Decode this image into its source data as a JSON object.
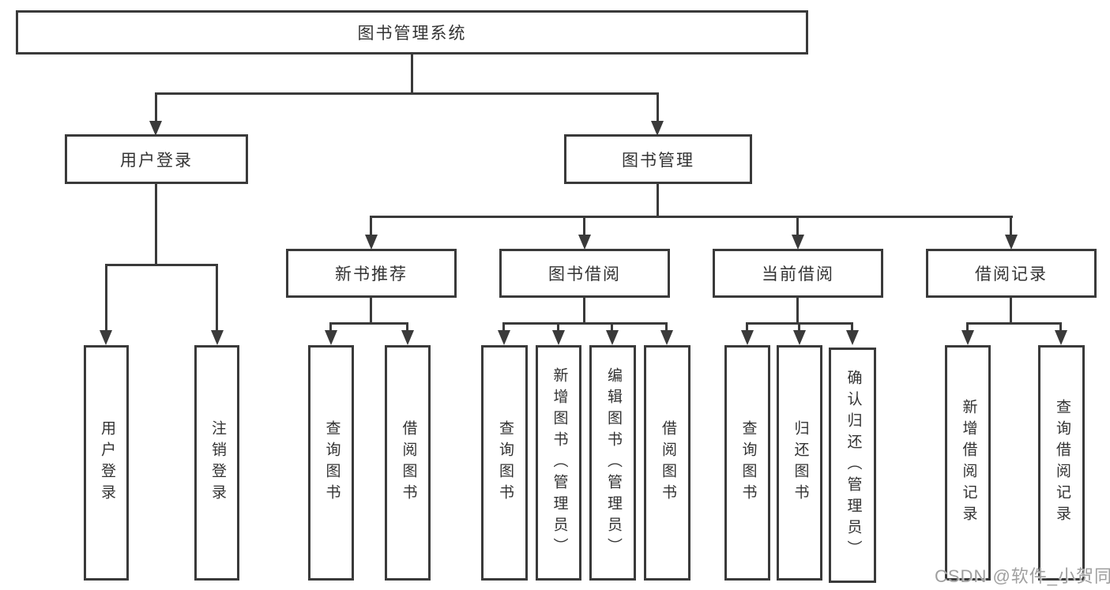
{
  "colors": {
    "line": "#3a3a3a",
    "text": "#333333",
    "watermark": "#9f9f9f",
    "background": "#ffffff"
  },
  "tree": {
    "root": {
      "label": "图书管理系统"
    },
    "level2": {
      "user_login": {
        "label": "用户登录"
      },
      "book_mgmt": {
        "label": "图书管理"
      }
    },
    "level3": {
      "new_book": {
        "label": "新书推荐"
      },
      "borrow": {
        "label": "图书借阅"
      },
      "current": {
        "label": "当前借阅"
      },
      "records": {
        "label": "借阅记录"
      }
    },
    "leaves": {
      "user_login": [
        "用户登录",
        "注销登录"
      ],
      "new_book": [
        "查询图书",
        "借阅图书"
      ],
      "borrow": [
        "查询图书",
        "新增图书（管理员）",
        "编辑图书（管理员）",
        "借阅图书"
      ],
      "current": [
        "查询图书",
        "归还图书",
        "确认归还（管理员）"
      ],
      "records": [
        "新增借阅记录",
        "查询借阅记录"
      ]
    }
  },
  "watermark": {
    "text": "CSDN @软件_小贺同学"
  }
}
